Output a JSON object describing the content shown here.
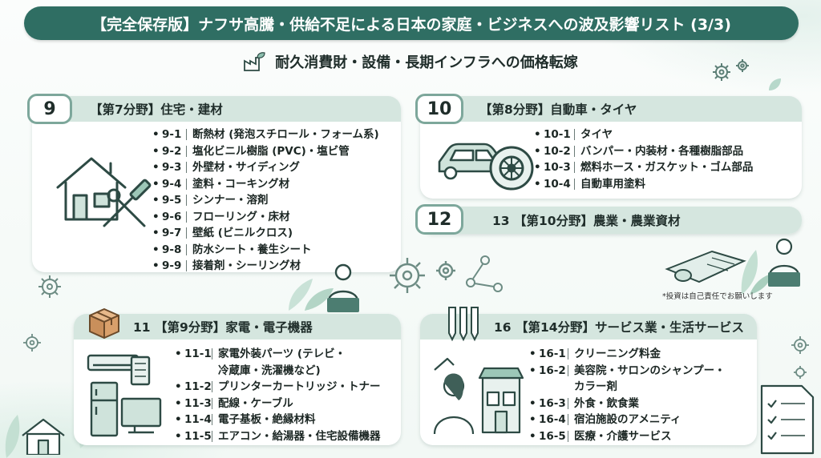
{
  "header": {
    "title": "【完全保存版】ナフサ高騰・供給不足による日本の家庭・ビジネスへの波及影響リスト (3/3)",
    "subtitle": "耐久消費財・設備・長期インフラへの価格転嫁"
  },
  "sections": {
    "housing": {
      "number": "9",
      "heading": "【第7分野】住宅・建材",
      "items": [
        {
          "code": "9-1",
          "text": "断熱材 (発泡スチロール・フォーム系)"
        },
        {
          "code": "9-2",
          "text": "塩化ビニル樹脂 (PVC)・塩ビ管"
        },
        {
          "code": "9-3",
          "text": "外壁材・サイディング"
        },
        {
          "code": "9-4",
          "text": "塗料・コーキング材"
        },
        {
          "code": "9-5",
          "text": "シンナー・溶剤"
        },
        {
          "code": "9-6",
          "text": "フローリング・床材"
        },
        {
          "code": "9-7",
          "text": "壁紙 (ビニルクロス)"
        },
        {
          "code": "9-8",
          "text": "防水シート・養生シート"
        },
        {
          "code": "9-9",
          "text": "接着剤・シーリング材"
        }
      ]
    },
    "automotive": {
      "number": "10",
      "heading": "【第8分野】自動車・タイヤ",
      "items": [
        {
          "code": "10-1",
          "text": "タイヤ"
        },
        {
          "code": "10-2",
          "text": "バンパー・内装材・各種樹脂部品"
        },
        {
          "code": "10-3",
          "text": "燃料ホース・ガスケット・ゴム部品"
        },
        {
          "code": "10-4",
          "text": "自動車用塗料"
        }
      ]
    },
    "agriculture": {
      "number": "12",
      "heading": "13 【第10分野】農業・農業資材"
    },
    "appliances": {
      "heading": "11 【第9分野】家電・電子機器",
      "items": [
        {
          "code": "11-1",
          "text": "家電外装パーツ (テレビ・",
          "text2": "冷蔵庫・洗濯機など)"
        },
        {
          "code": "11-2",
          "text": "プリンターカートリッジ・トナー"
        },
        {
          "code": "11-3",
          "text": "配線・ケーブル"
        },
        {
          "code": "11-4",
          "text": "電子基板・絶縁材料"
        },
        {
          "code": "11-5",
          "text": "エアコン・給湯器・住宅設備機器"
        }
      ]
    },
    "services": {
      "heading": "16 【第14分野】サービス業・生活サービス",
      "items": [
        {
          "code": "16-1",
          "text": "クリーニング料金"
        },
        {
          "code": "16-2",
          "text": "美容院・サロンのシャンプー・",
          "text2": "カラー剤"
        },
        {
          "code": "16-3",
          "text": "外食・飲食業"
        },
        {
          "code": "16-4",
          "text": "宿泊施設のアメニティ"
        },
        {
          "code": "16-5",
          "text": "医療・介護サービス"
        }
      ]
    }
  },
  "note": "*投資は自己責任でお願いします",
  "colors": {
    "title_bg": "#2f6e63",
    "head_bg": "#d5e6df",
    "accent": "#7da79b",
    "icon_stroke": "#2d4a44"
  }
}
